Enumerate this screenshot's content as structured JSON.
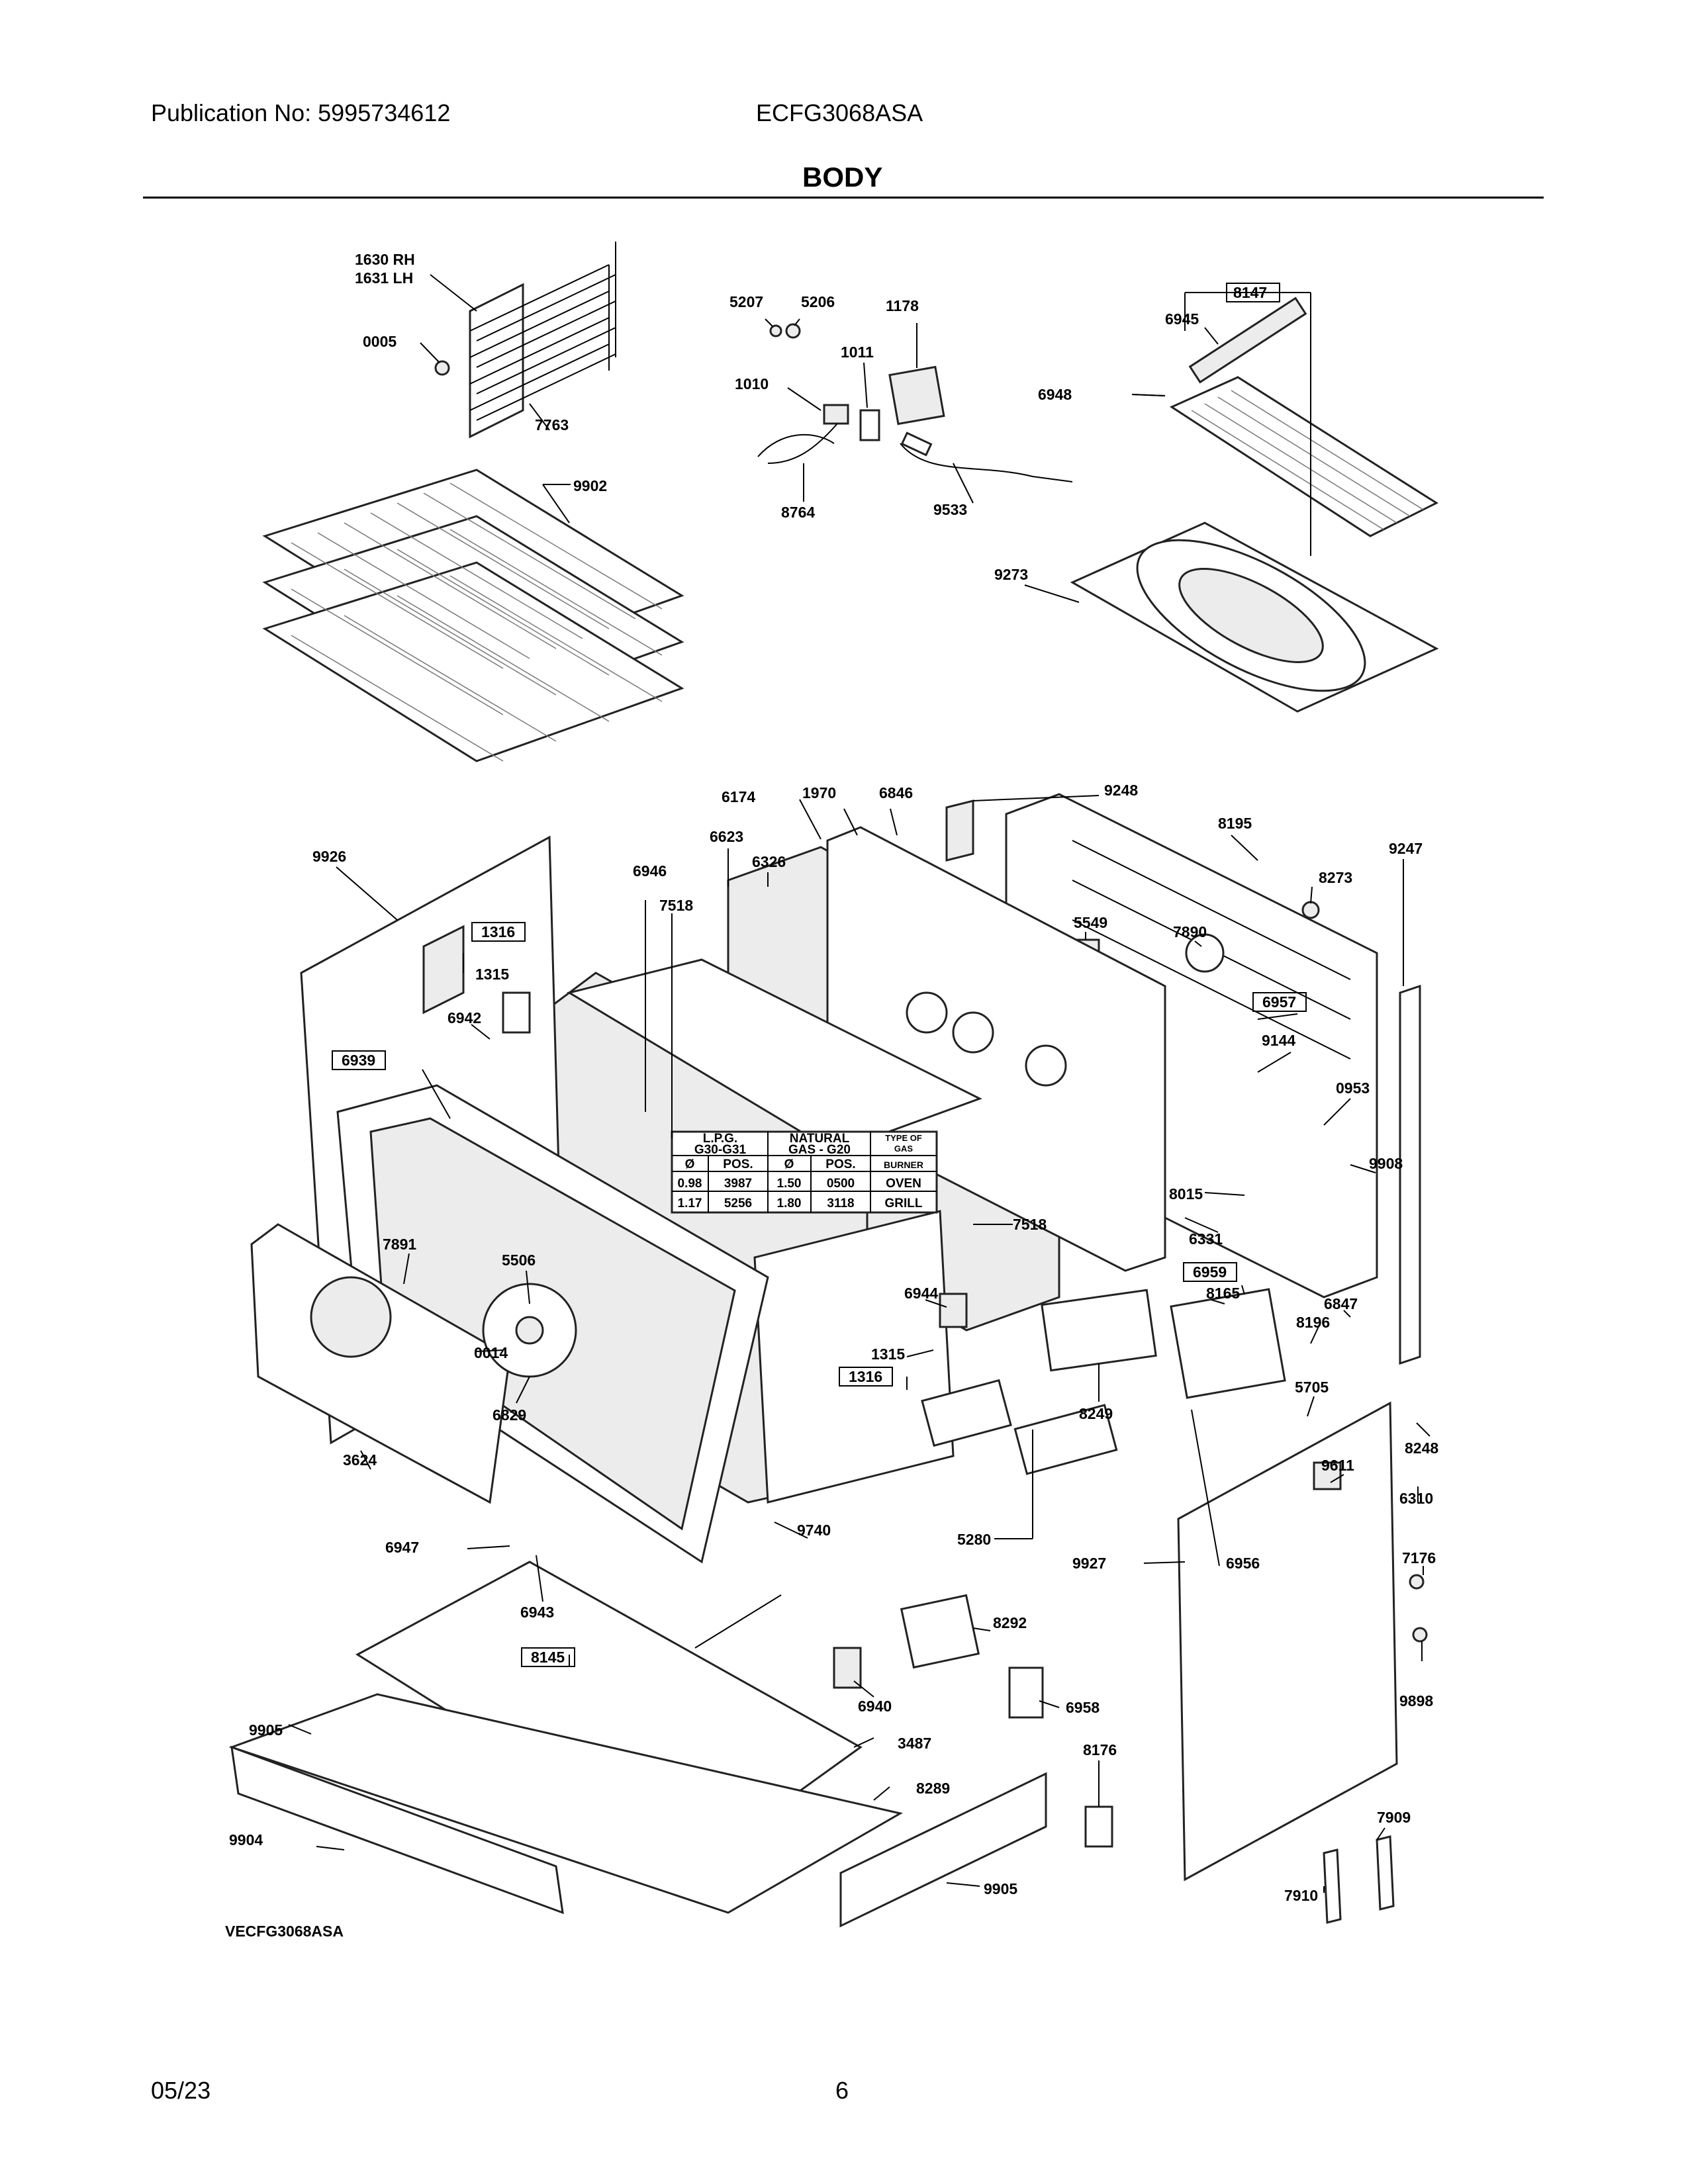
{
  "header": {
    "publication": "Publication No: 5995734612",
    "model": "ECFG3068ASA",
    "section_title": "BODY"
  },
  "footer": {
    "date": "05/23",
    "page": "6"
  },
  "diagram_code": "VECFG3068ASA",
  "callouts": {
    "p1630": "1630 RH",
    "p1631": "1631 LH",
    "p0005": "0005",
    "p7763": "7763",
    "p9902": "9902",
    "p5207": "5207",
    "p5206": "5206",
    "p1178": "1178",
    "p1011": "1011",
    "p1010": "1010",
    "p8764": "8764",
    "p9533": "9533",
    "p8147": "8147",
    "p6945": "6945",
    "p6948": "6948",
    "p9273": "9273",
    "p6174": "6174",
    "p1970": "1970",
    "p6846": "6846",
    "p9248": "9248",
    "p8195": "8195",
    "p9247": "9247",
    "p8273": "8273",
    "p9926": "9926",
    "p6623": "6623",
    "p6326": "6326",
    "p6946": "6946",
    "p7518a": "7518",
    "p1316a": "1316",
    "p1315a": "1315",
    "p5549": "5549",
    "p7890": "7890",
    "p6942": "6942",
    "p6939": "6939",
    "p6957": "6957",
    "p9144": "9144",
    "p0953": "0953",
    "p9908": "9908",
    "p8015": "8015",
    "p6331": "6331",
    "p7518b": "7518",
    "p7891": "7891",
    "p5506": "5506",
    "p6944": "6944",
    "p6959": "6959",
    "p8165": "8165",
    "p6847": "6847",
    "p8196": "8196",
    "p0014": "0014",
    "p1315b": "1315",
    "p1316b": "1316",
    "p5705": "5705",
    "p6829": "6829",
    "p8249": "8249",
    "p8248": "8248",
    "p3624": "3624",
    "p9611": "9611",
    "p6310": "6310",
    "p5280": "5280",
    "p9740": "9740",
    "p6947": "6947",
    "p9927": "9927",
    "p6956": "6956",
    "p7176": "7176",
    "p6943": "6943",
    "p8292": "8292",
    "p8145": "8145",
    "p9898": "9898",
    "p6940": "6940",
    "p6958": "6958",
    "p9905a": "9905",
    "p3487": "3487",
    "p8176": "8176",
    "p8289": "8289",
    "p9904": "9904",
    "p7909": "7909",
    "p9905b": "9905",
    "p7910": "7910"
  },
  "gas_table": {
    "headers": [
      "L.P.G.\nG30-G31",
      "NATURAL\nGAS - G20",
      "TYPE OF\nGAS"
    ],
    "subheaders": [
      "Ø",
      "POS.",
      "Ø",
      "POS.",
      "BURNER"
    ],
    "rows": [
      {
        "lpg_dia": "0.98",
        "lpg_pos": "3987",
        "ng_dia": "1.50",
        "ng_pos": "0500",
        "burner": "OVEN"
      },
      {
        "lpg_dia": "1.17",
        "lpg_pos": "5256",
        "ng_dia": "1.80",
        "ng_pos": "3118",
        "burner": "GRILL"
      }
    ]
  }
}
